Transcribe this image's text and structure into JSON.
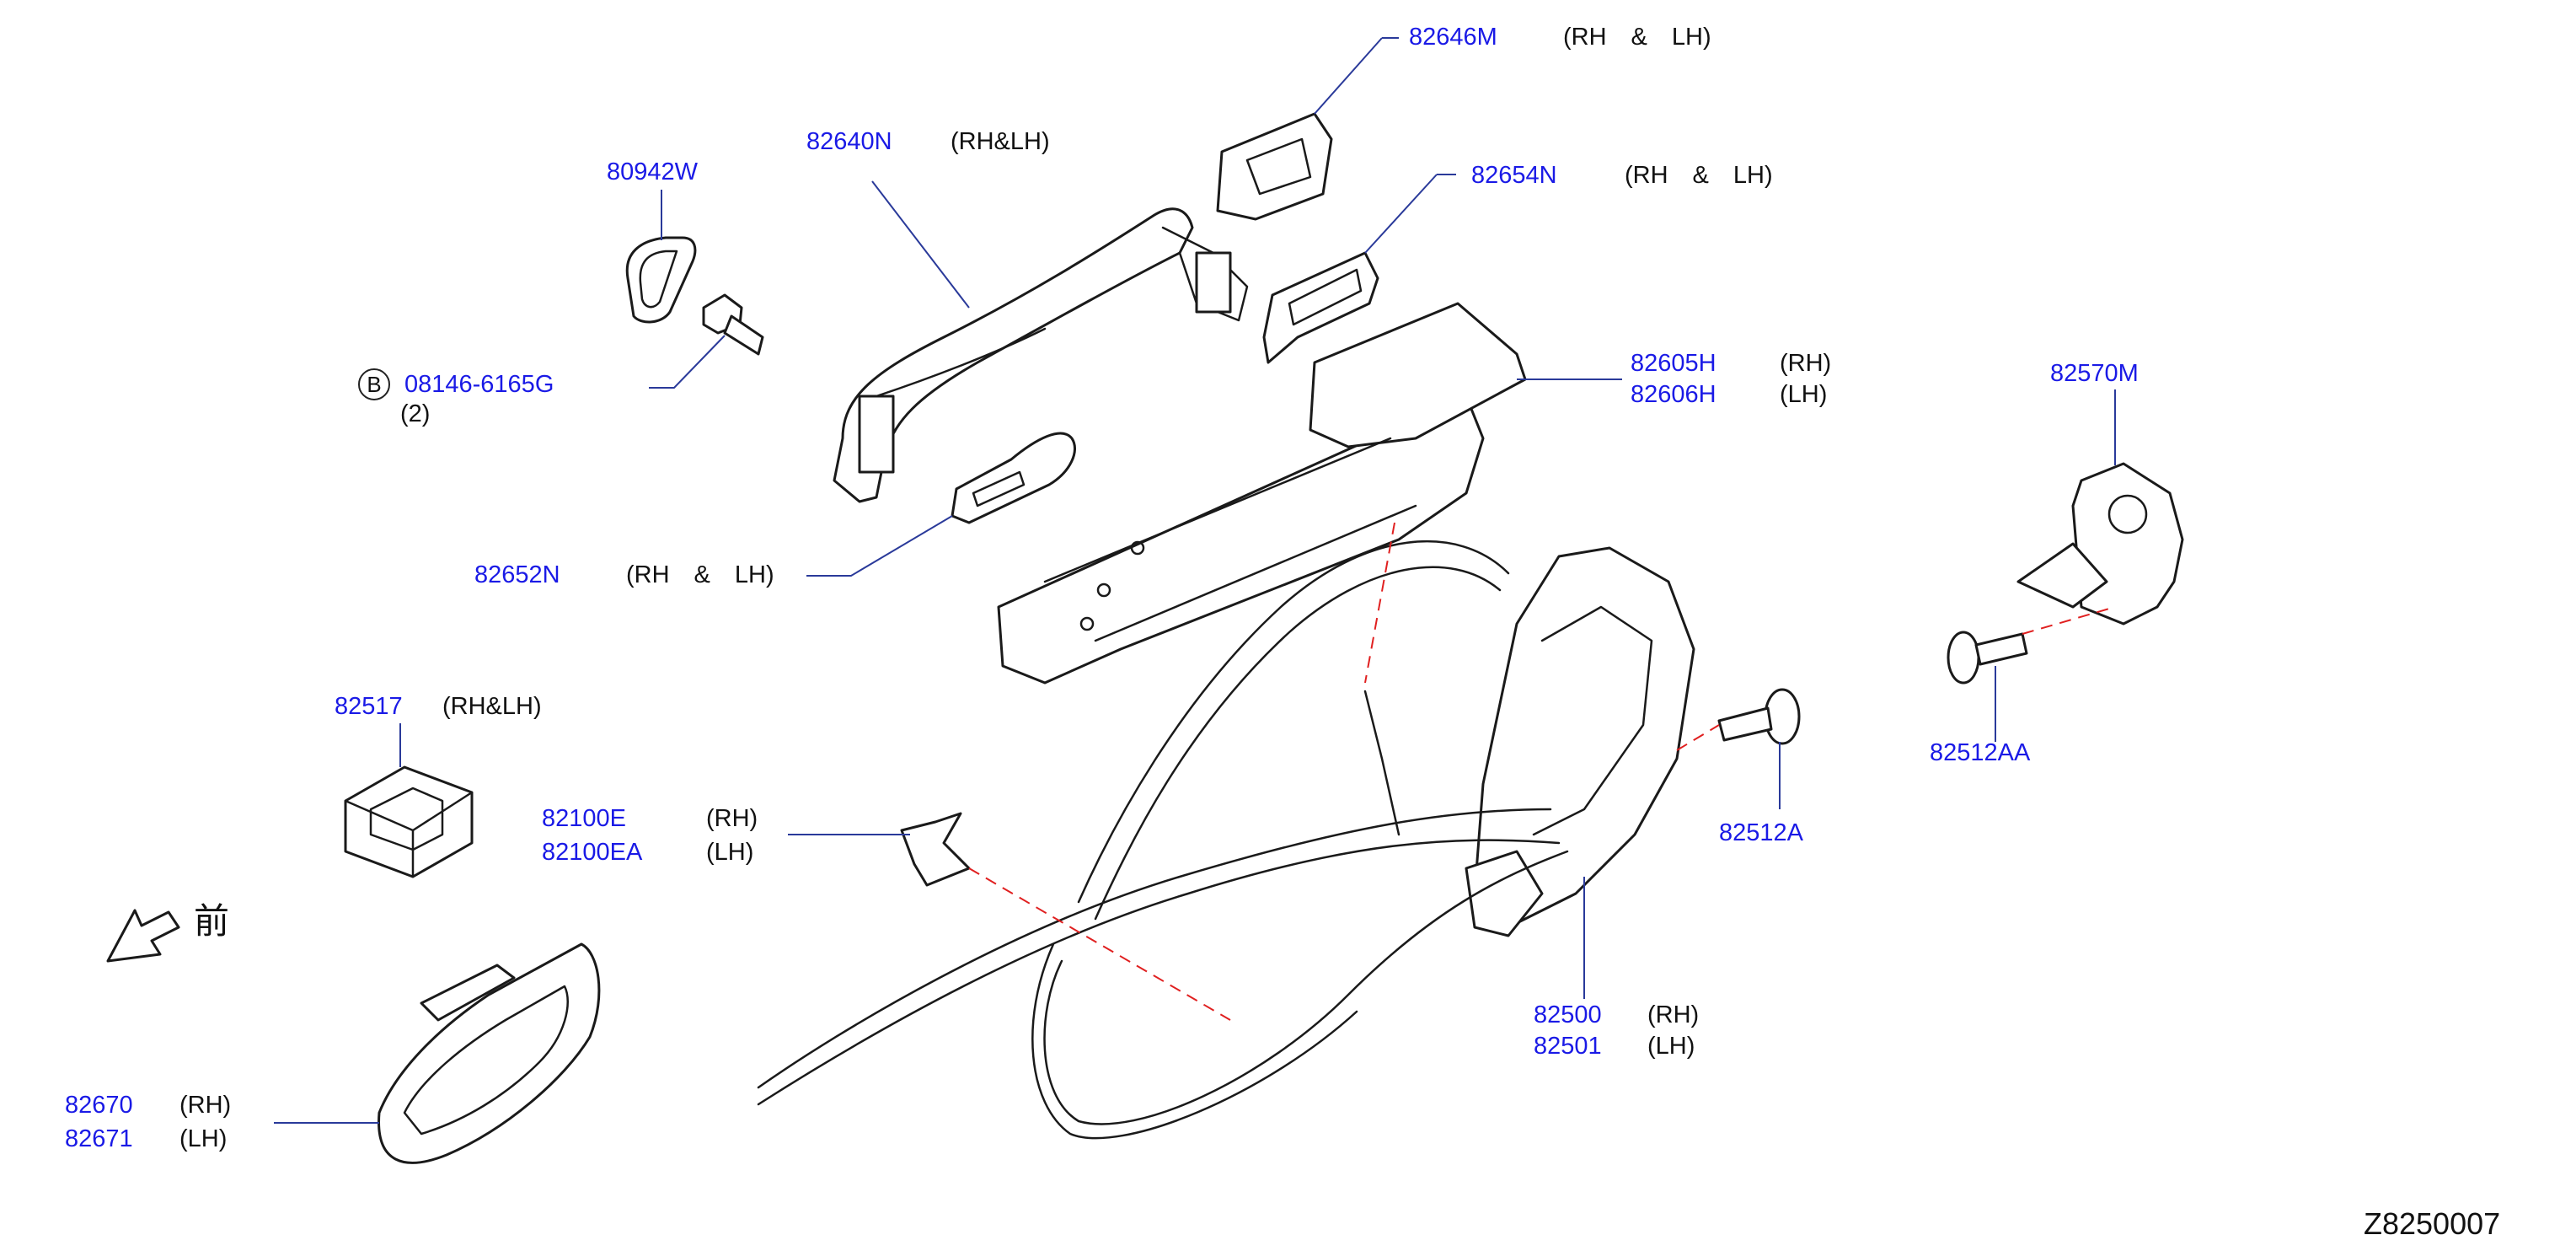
{
  "diagram_code": "Z8250007",
  "front_marker": "前",
  "parts": {
    "p82646M": {
      "number": "82646M",
      "qual": "(RH　&　LH)"
    },
    "p82640N": {
      "number": "82640N",
      "qual": "(RH&LH)"
    },
    "p80942W": {
      "number": "80942W"
    },
    "p82654N": {
      "number": "82654N",
      "qual": "(RH　&　LH)"
    },
    "bolt": {
      "circle": "B",
      "number": "08146-6165G",
      "qty": "(2)"
    },
    "p82605H": {
      "number": "82605H",
      "qual": "(RH)"
    },
    "p82606H": {
      "number": "82606H",
      "qual": "(LH)"
    },
    "p82570M": {
      "number": "82570M"
    },
    "p82652N": {
      "number": "82652N",
      "qual": "(RH　&　LH)"
    },
    "p82517": {
      "number": "82517",
      "qual": "(RH&LH)"
    },
    "p82512AA": {
      "number": "82512AA"
    },
    "p82100E": {
      "number": "82100E",
      "qual": "(RH)"
    },
    "p82100EA": {
      "number": "82100EA",
      "qual": "(LH)"
    },
    "p82512A": {
      "number": "82512A"
    },
    "p82500": {
      "number": "82500",
      "qual": "(RH)"
    },
    "p82501": {
      "number": "82501",
      "qual": "(LH)"
    },
    "p82670": {
      "number": "82670",
      "qual": "(RH)"
    },
    "p82671": {
      "number": "82671",
      "qual": "(LH)"
    }
  }
}
